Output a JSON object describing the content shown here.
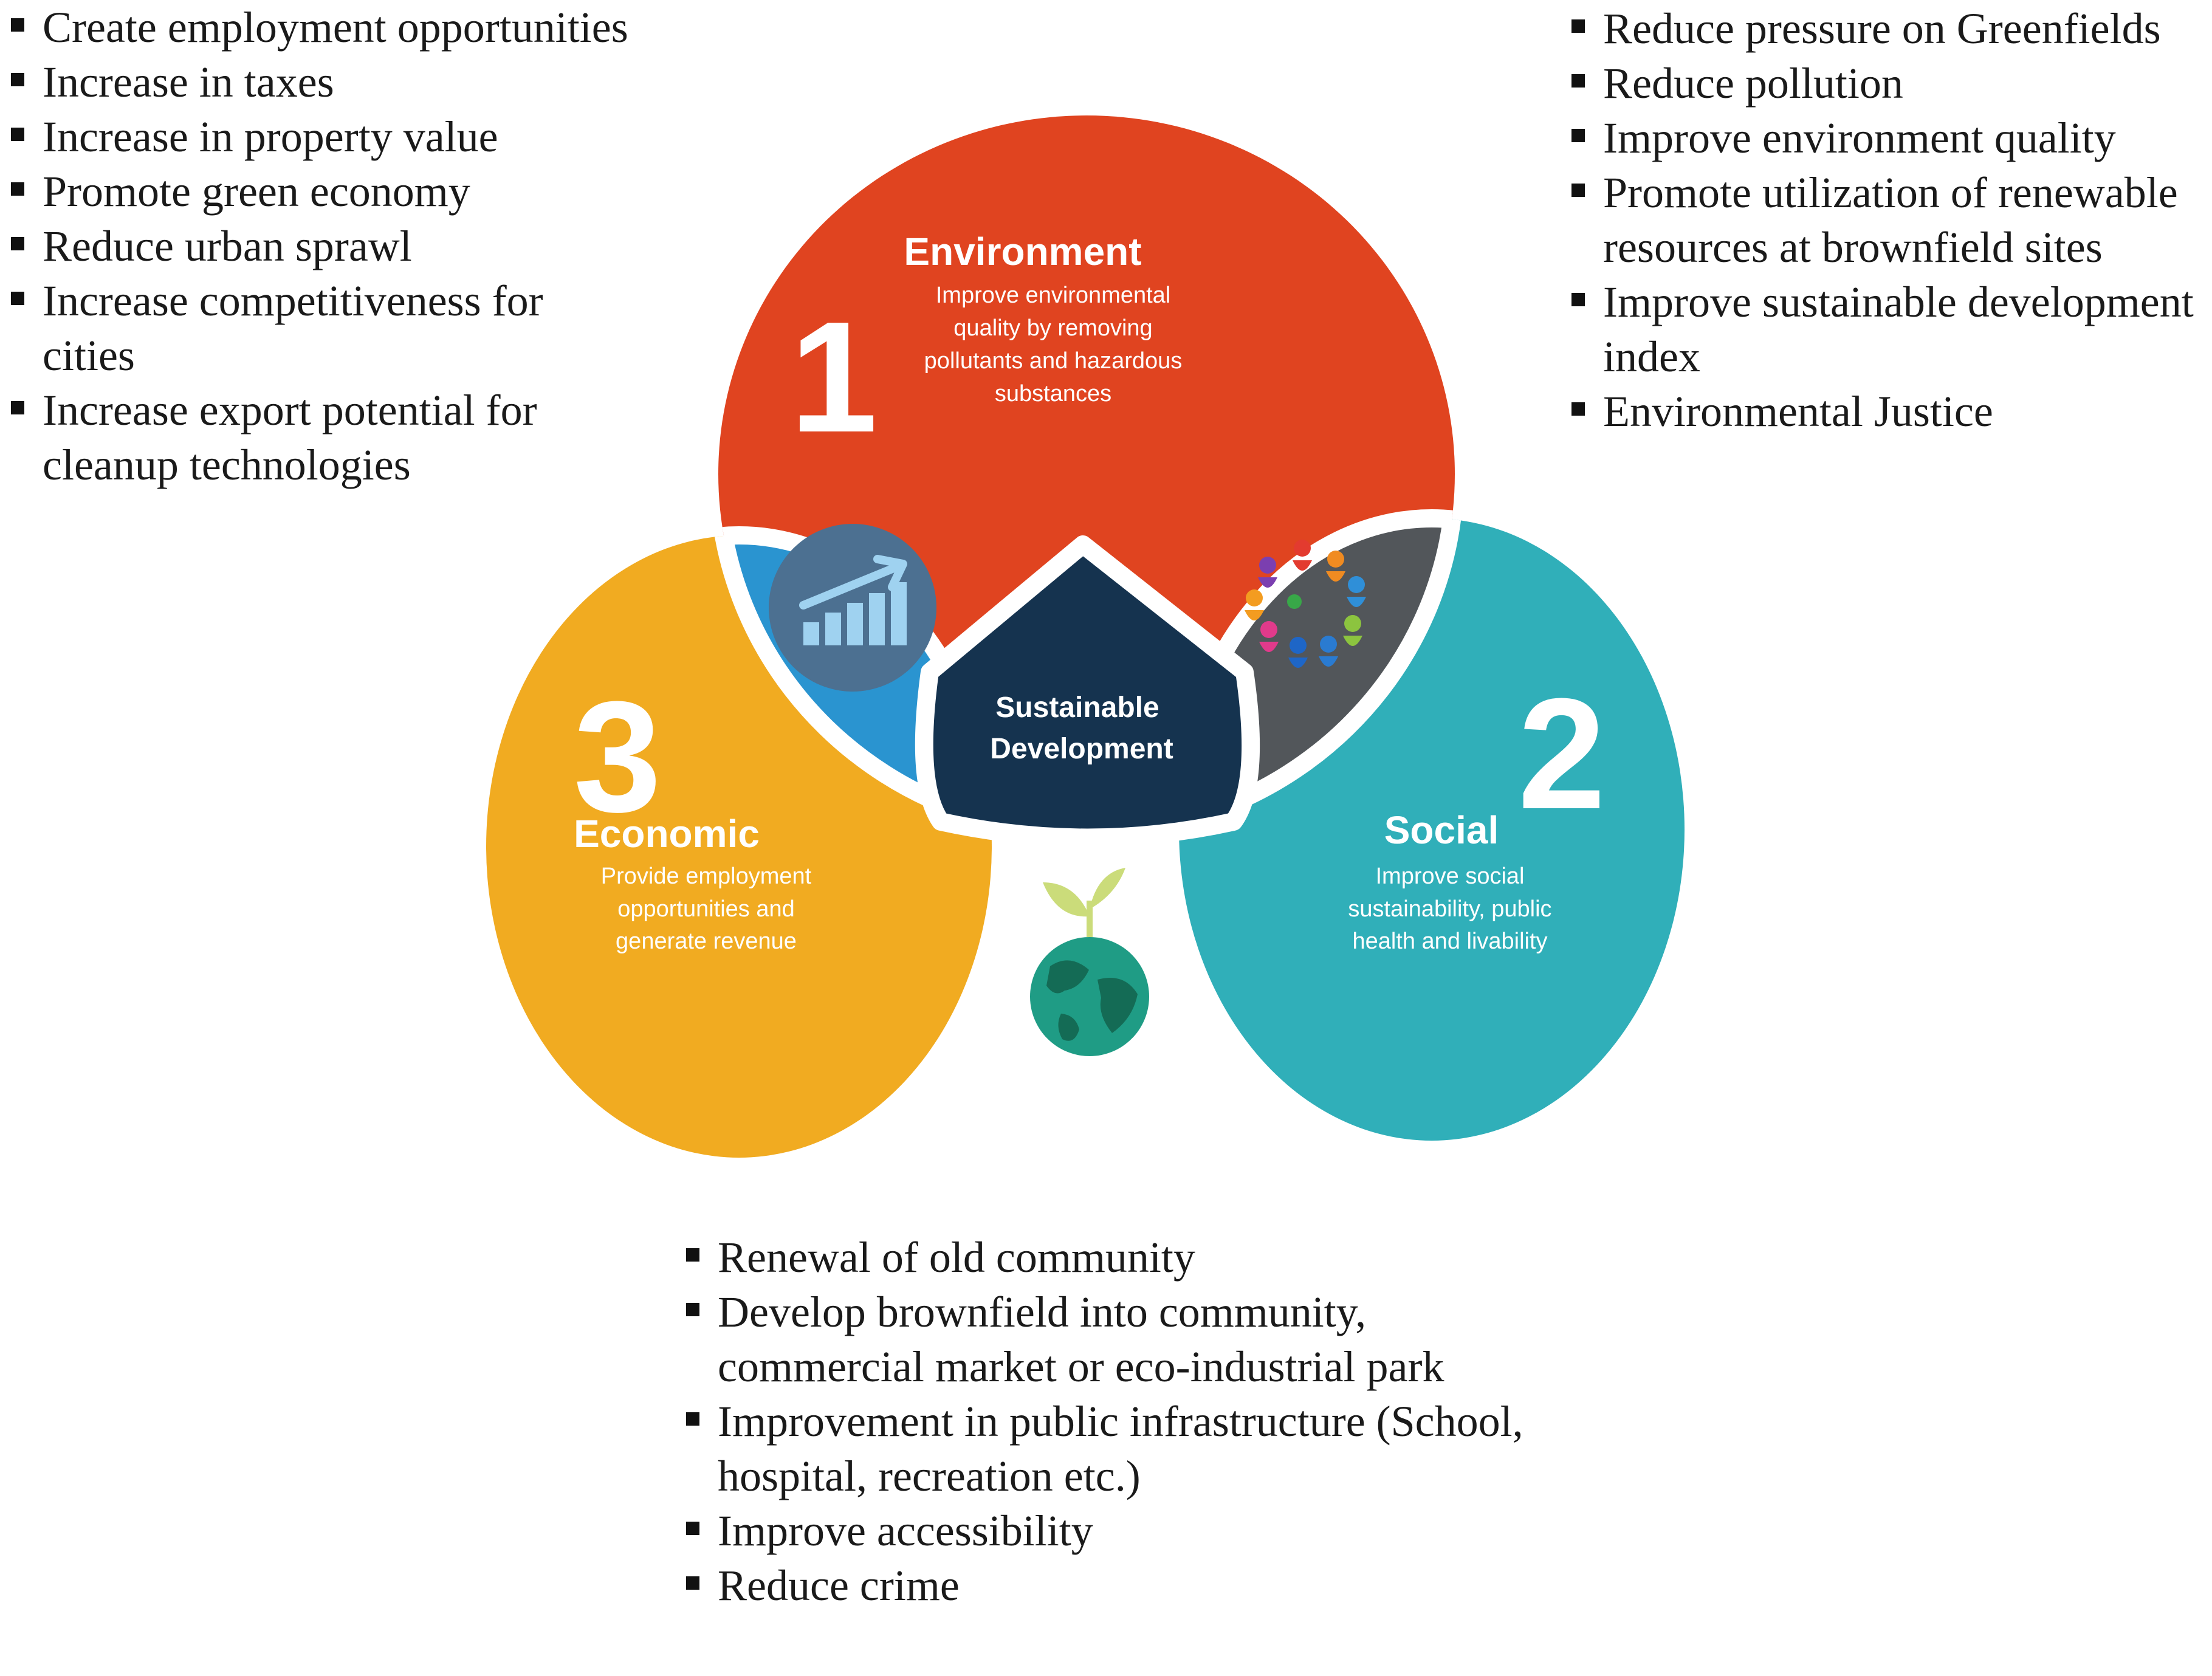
{
  "colors": {
    "environment": "#e04420",
    "social": "#30afb9",
    "economic": "#f1ab21",
    "overlap_blue": "#2a94d0",
    "overlap_grey": "#52565a",
    "overlap_green": "#9bb31d",
    "center": "#15334f"
  },
  "venn": {
    "environment": {
      "number": "1",
      "title": "Environment",
      "lines": [
        "Improve environmental",
        "quality by removing",
        "pollutants and hazardous",
        "substances"
      ]
    },
    "social": {
      "number": "2",
      "title": "Social",
      "lines": [
        "Improve social",
        "sustainability, public",
        "health and livability"
      ]
    },
    "economic": {
      "number": "3",
      "title": "Economic",
      "lines": [
        "Provide employment",
        "opportunities and",
        "generate revenue"
      ]
    },
    "center": {
      "lines": [
        "Sustainable",
        "Development"
      ]
    },
    "icons": {
      "blue": "growth-chart-icon",
      "grey": "people-circle-icon",
      "green": "globe-sprout-icon"
    }
  },
  "lists": {
    "economic": [
      "Create employment opportunities",
      "Increase in taxes",
      "Increase in property value",
      "Promote green economy",
      "Reduce urban sprawl",
      "Increase competitiveness for cities",
      "Increase export potential for cleanup technologies"
    ],
    "environment": [
      "Reduce pressure on Greenfields",
      "Reduce pollution",
      "Improve environment quality",
      "Promote utilization of renewable resources at brownfield sites",
      "Improve sustainable development index",
      "Environmental Justice"
    ],
    "social": [
      "Renewal of old community",
      "Develop brownfield into community, commercial market or eco-industrial park",
      "Improvement in public infrastructure (School, hospital, recreation etc.)",
      "Improve accessibility",
      "Reduce crime"
    ]
  }
}
